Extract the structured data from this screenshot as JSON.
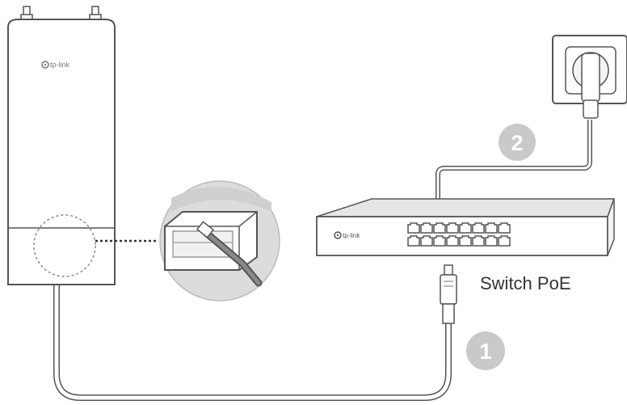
{
  "access_point": {
    "brand": "tp-link"
  },
  "switch": {
    "brand": "tp-link",
    "label": "Switch PoE",
    "port_count": 16
  },
  "steps": [
    {
      "number": "1"
    },
    {
      "number": "2"
    }
  ],
  "colors": {
    "outline": "#555555",
    "cable_fill": "#ffffff",
    "step_badge": "#c9c9c9",
    "step_text": "#ffffff",
    "switch_top": "#e6e6e6",
    "device_fill": "#ffffff",
    "zoom_fill": "#d8d8d8"
  }
}
